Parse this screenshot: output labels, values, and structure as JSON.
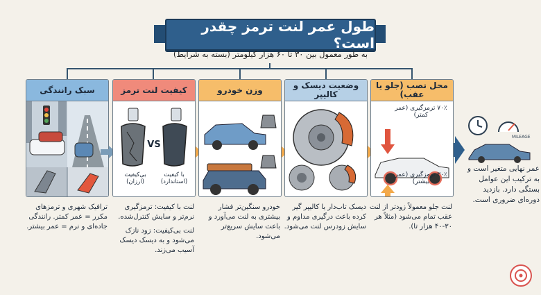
{
  "title": "طول عمر لنت ترمز چقدر است؟",
  "subtitle": "به طور معمول بین ۳۰ تا ۶۰ هزار کیلومتر (بسته به شرایط)",
  "panels": [
    {
      "header": "سبک رانندگی",
      "color": "#5a9bcf",
      "desc": "ترافیک شهری و ترمزهای مکرر = عمر کمتر. رانندگی جاده‌ای و نرم = عمر بیشتر."
    },
    {
      "header": "کیفیت لنت ترمز",
      "color": "#e46d5c",
      "vs": "VS",
      "low_quality": "بی‌کیفیت (ارزان)",
      "high_quality": "با کیفیت (استاندارد)",
      "desc1": "لنت با کیفیت: ترمزگیری نرم‌تر و سایش کنترل‌شده.",
      "desc2": "لنت بی‌کیفیت: زود نازک می‌شود و به دیسک دیسک آسیب می‌زند."
    },
    {
      "header": "وزن خودرو",
      "color": "#f3a94a",
      "desc": "خودرو سنگین‌تر فشار بیشتری به لنت می‌آورد و باعث سایش سریع‌تر می‌شود."
    },
    {
      "header": "وضعیت دیسک و کالیپر",
      "color": "#9fc0dc",
      "desc": "دیسک تاب‌دار یا کالیپر گیر کرده باعث درگیری مداوم و سایش زودرس لنت می‌شود."
    },
    {
      "header": "محل نصب (جلو یا عقب)",
      "color": "#f3a94a",
      "front_label": "۷۰٪ ترمزگیری (عمر کمتر)",
      "rear_label": "۳۰٪ ترمزگیری (عمر بیشتر)",
      "desc": "لنت جلو معمولاً زودتر از لنت عقب تمام می‌شود (مثلاً هر ۳۰-۴۰ هزار تا)."
    }
  ],
  "final_text": "عمر نهایی متغیر است و به ترکیب این عوامل بستگی دارد. بازدید دوره‌ای ضروری است.",
  "mileage_sign": "MILEAGE"
}
